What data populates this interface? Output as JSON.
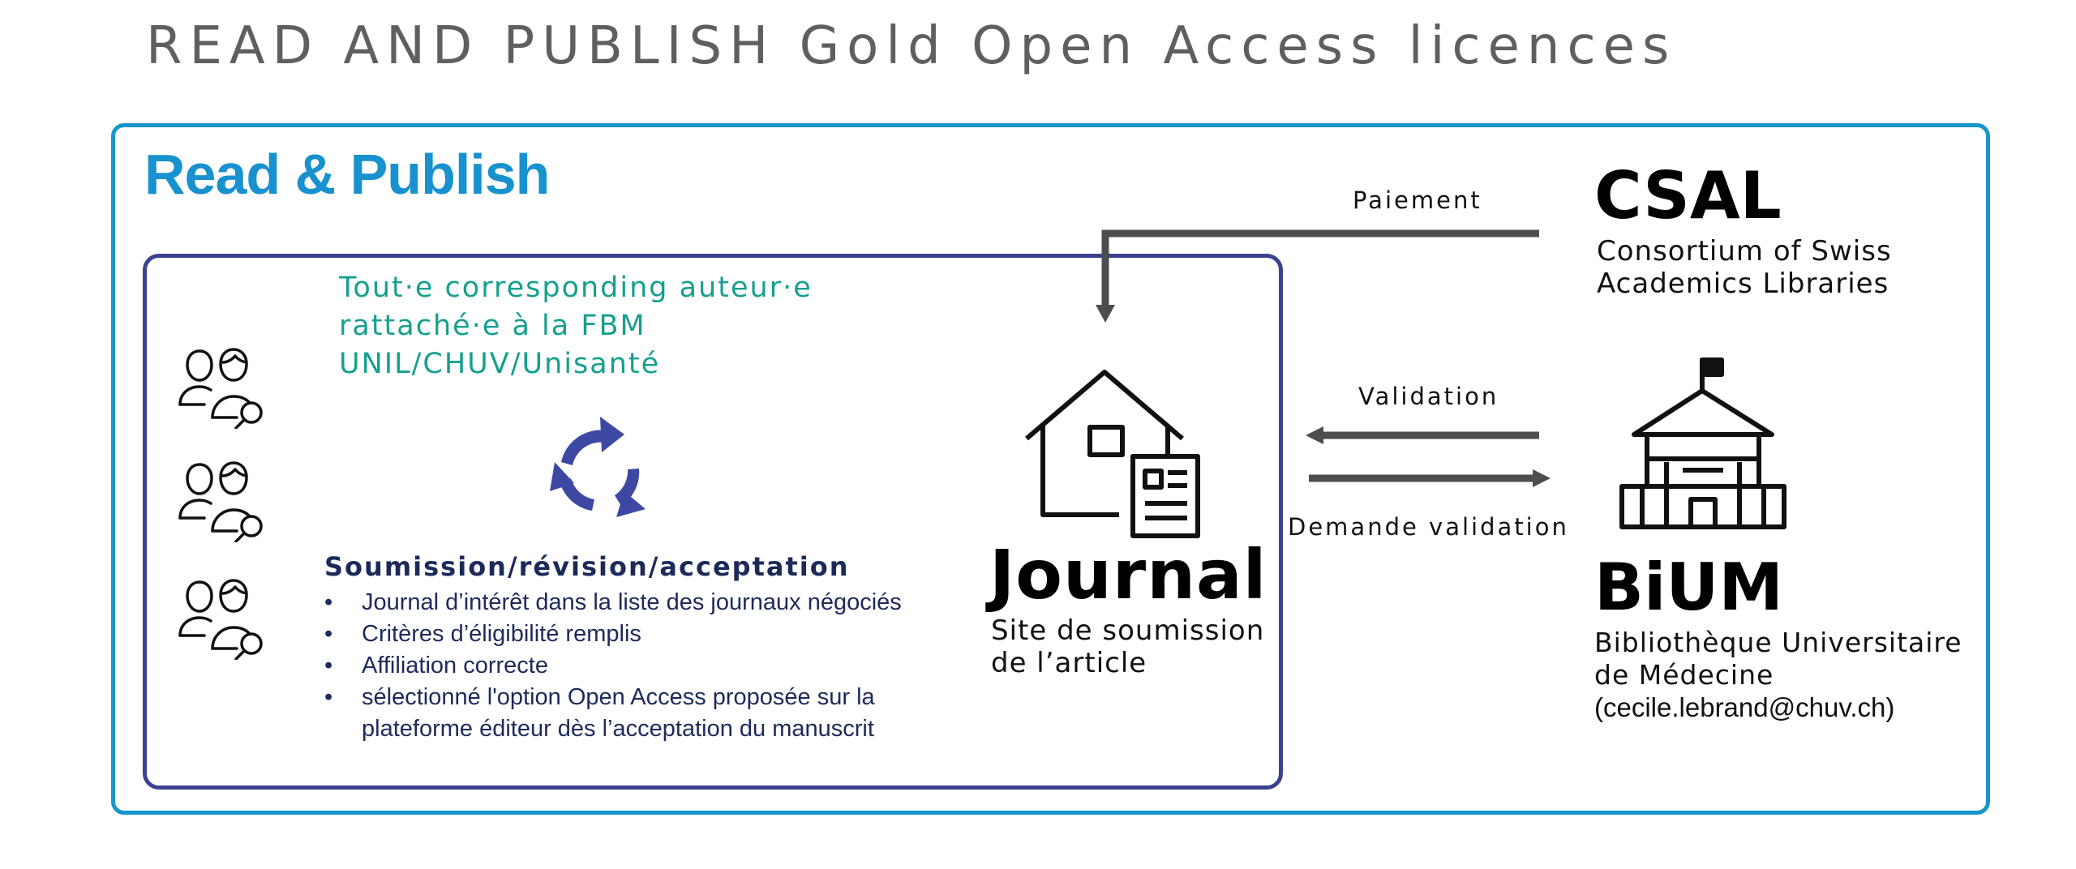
{
  "title": "READ AND PUBLISH Gold Open Access licences",
  "read_publish": {
    "heading": "Read & Publish"
  },
  "eligibility": {
    "lines": [
      "Tout·e corresponding auteur·e",
      "rattaché·e à la FBM",
      "UNIL/CHUV/Unisanté"
    ]
  },
  "criteria": {
    "heading": "Soumission/révision/acceptation",
    "bullet": "•",
    "items": [
      "Journal d’intérêt dans la liste des journaux négociés",
      "Critères d’éligibilité remplis",
      "Affiliation correcte",
      "sélectionné l'option Open Access proposée sur la",
      "plateforme éditeur dès l’acceptation du manuscrit"
    ]
  },
  "journal": {
    "title": "Journal",
    "subtitle_lines": [
      "Site de soumission",
      "de l’article"
    ]
  },
  "csal": {
    "title": "CSAL",
    "subtitle_lines": [
      "Consortium of Swiss",
      "Academics Libraries"
    ]
  },
  "bium": {
    "title": "BiUM",
    "subtitle_lines": [
      "Bibliothèque Universitaire",
      "de Médecine"
    ],
    "email": "(cecile.lebrand@chuv.ch)"
  },
  "arrows": {
    "paiement": "Paiement",
    "validation": "Validation",
    "demande": "Demande validation"
  },
  "icons": {
    "authors": "people-search-icon",
    "cycle": "recycle-arrows-icon",
    "journal": "house-document-icon",
    "library": "library-building-icon"
  },
  "colors": {
    "outer_frame": "#1795cc",
    "inner_frame": "#3a4391",
    "heading_blue": "#1891cf",
    "teal": "#16a08e",
    "navy": "#1d2a5c",
    "arrow_gray": "#4d4d4d"
  }
}
